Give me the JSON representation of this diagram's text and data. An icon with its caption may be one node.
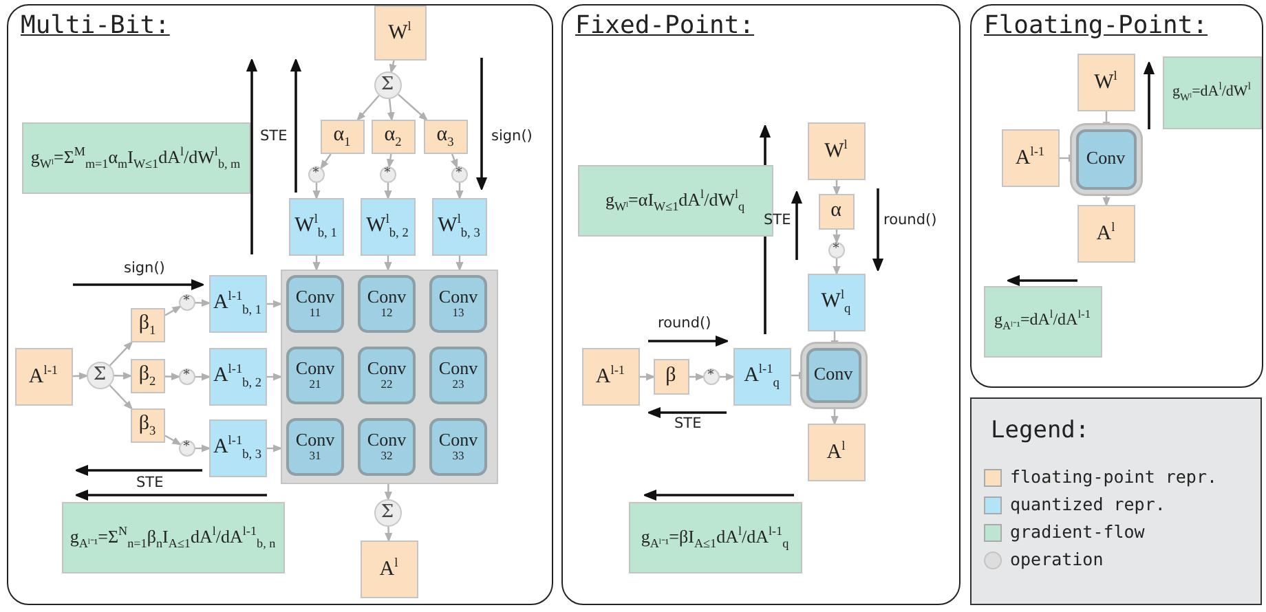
{
  "diagram": {
    "nodes": [
      {
        "text": [
          "Multi-Bit:"
        ]
      },
      {
        "text": [
          "W$^{l}$"
        ],
        "in": 0
      },
      {
        "text": [
          "Σ"
        ],
        "in": 0
      },
      {
        "text": [
          "α$_{1}$"
        ],
        "in": 0
      },
      {
        "text": [
          "α$_{2}$"
        ],
        "in": 0
      },
      {
        "text": [
          "α$_{3}$"
        ],
        "in": 0
      },
      {
        "text": [
          "*"
        ],
        "in": 0
      },
      {
        "text": [
          "*"
        ],
        "in": 0
      },
      {
        "text": [
          "*"
        ],
        "in": 0
      },
      {
        "text": [
          "W$^{l}$$_{b, 1}$"
        ],
        "in": 0
      },
      {
        "text": [
          "W$^{l}$$_{b, 2}$"
        ],
        "in": 0
      },
      {
        "text": [
          "W$^{l}$$_{b, 3}$"
        ],
        "in": 0
      },
      {
        "text": [
          "A$^{l-1}$"
        ],
        "in": 0
      },
      {
        "text": [
          "Σ"
        ],
        "in": 0
      },
      {
        "text": [
          "β$_{1}$"
        ],
        "in": 0
      },
      {
        "text": [
          "β$_{2}$"
        ],
        "in": 0
      },
      {
        "text": [
          "β$_{3}$"
        ],
        "in": 0
      },
      {
        "text": [
          "*"
        ],
        "in": 0
      },
      {
        "text": [
          "*"
        ],
        "in": 0
      },
      {
        "text": [
          "*"
        ],
        "in": 0
      },
      {
        "text": [
          "A$^{l-1}$$_{b, 1}$"
        ],
        "in": 0
      },
      {
        "text": [
          "A$^{l-1}$$_{b, 2}$"
        ],
        "in": 0
      },
      {
        "text": [
          "A$^{l-1}$$_{b, 3}$"
        ],
        "in": 0
      },
      {
        "text": [],
        "shape": "box",
        "in": 0
      },
      {
        "text": [
          "Conv",
          "11"
        ],
        "in": 23
      },
      {
        "text": [
          "Conv",
          "12"
        ],
        "in": 23
      },
      {
        "text": [
          "Conv",
          "13"
        ],
        "in": 23
      },
      {
        "text": [
          "Conv",
          "21"
        ],
        "in": 23
      },
      {
        "text": [
          "Conv",
          "22"
        ],
        "in": 23
      },
      {
        "text": [
          "Conv",
          "23"
        ],
        "in": 23
      },
      {
        "text": [
          "Conv",
          "31"
        ],
        "in": 23
      },
      {
        "text": [
          "Conv",
          "32"
        ],
        "in": 23
      },
      {
        "text": [
          "Conv",
          "33"
        ],
        "in": 23
      },
      {
        "text": [
          "Σ"
        ],
        "in": 0
      },
      {
        "text": [
          "A$^{l}$"
        ],
        "in": 0
      },
      {
        "text": [
          "g$_{Wˡ}$=Σ$^{M}$$_{m=1}$α$_{m}$I$_{W≤1}$dA$^{l}$/dW$^{l}$$_{b, m}$"
        ],
        "in": 0
      },
      {
        "text": [
          "g$_{Aˡ⁻¹}$=Σ$^{N}$$_{n=1}$β$_{n}$I$_{A≤1}$dA$^{l}$/dA$^{l-1}$$_{b, n}$"
        ],
        "in": 0
      },
      {
        "text": [
          "Fixed-Point:"
        ]
      },
      {
        "text": [
          "W$^{l}$"
        ],
        "in": 37
      },
      {
        "text": [
          "α"
        ],
        "in": 37
      },
      {
        "text": [
          "*"
        ],
        "in": 37
      },
      {
        "text": [
          "W$^{l}$$_{q}$"
        ],
        "in": 37
      },
      {
        "text": [
          "Conv"
        ],
        "in": 37
      },
      {
        "text": [
          "A$^{l}$"
        ],
        "in": 37
      },
      {
        "text": [
          "A$^{l-1}$"
        ],
        "in": 37
      },
      {
        "text": [
          "β"
        ],
        "in": 37
      },
      {
        "text": [
          "*"
        ],
        "in": 37
      },
      {
        "text": [
          "A$^{l-1}$$_{q}$"
        ],
        "in": 37
      },
      {
        "text": [
          "g$_{Wˡ}$=αI$_{W≤1}$dA$^{l}$/dW$^{l}$$_{q}$"
        ],
        "in": 37
      },
      {
        "text": [
          "g$_{Aˡ⁻¹}$=βI$_{A≤1}$dA$^{l}$/dA$^{l-1}$$_{q}$"
        ],
        "in": 37
      },
      {
        "text": [
          "Floating-Point:"
        ]
      },
      {
        "text": [
          "W$^{l}$"
        ],
        "in": 50
      },
      {
        "text": [
          "A$^{l-1}$"
        ],
        "in": 50
      },
      {
        "text": [
          "Conv"
        ],
        "in": 50
      },
      {
        "text": [
          "A$^{l}$"
        ],
        "in": 50
      },
      {
        "text": [
          "g$_{Wˡ}$=dA$^{l}$/dW$^{l}$"
        ],
        "in": 50
      },
      {
        "text": [
          "g$_{Aˡ⁻¹}$=dA$^{l}$/dA$^{l-1}$"
        ],
        "in": 50
      }
    ],
    "edges": [
      {
        "from": 1,
        "to": 2,
        "arrow": "to"
      },
      {
        "from": 2,
        "to": 3,
        "arrow": "to"
      },
      {
        "from": 2,
        "to": 4,
        "arrow": "to"
      },
      {
        "from": 2,
        "to": 5,
        "arrow": "to"
      },
      {
        "from": 3,
        "to": 6,
        "arrow": "to"
      },
      {
        "from": 4,
        "to": 7,
        "arrow": "to"
      },
      {
        "from": 5,
        "to": 8,
        "arrow": "to"
      },
      {
        "from": 6,
        "to": 9,
        "arrow": "to"
      },
      {
        "from": 7,
        "to": 10,
        "arrow": "to"
      },
      {
        "from": 8,
        "to": 11,
        "arrow": "to"
      },
      {
        "from": 9,
        "to": 23,
        "arrow": "to"
      },
      {
        "from": 10,
        "to": 23,
        "arrow": "to"
      },
      {
        "from": 11,
        "to": 23,
        "arrow": "to"
      },
      {
        "from": 12,
        "to": 13,
        "arrow": "to"
      },
      {
        "from": 13,
        "to": 14,
        "arrow": "to"
      },
      {
        "from": 13,
        "to": 15,
        "arrow": "to"
      },
      {
        "from": 13,
        "to": 16,
        "arrow": "to"
      },
      {
        "from": 14,
        "to": 17,
        "arrow": "to"
      },
      {
        "from": 15,
        "to": 18,
        "arrow": "to"
      },
      {
        "from": 16,
        "to": 19,
        "arrow": "to"
      },
      {
        "from": 17,
        "to": 20,
        "arrow": "to"
      },
      {
        "from": 18,
        "to": 21,
        "arrow": "to"
      },
      {
        "from": 19,
        "to": 22,
        "arrow": "to"
      },
      {
        "from": 20,
        "to": 23,
        "arrow": "to"
      },
      {
        "from": 21,
        "to": 23,
        "arrow": "to"
      },
      {
        "from": 22,
        "to": 23,
        "arrow": "to"
      },
      {
        "from": 23,
        "to": 33,
        "arrow": "to"
      },
      {
        "from": 33,
        "to": 34,
        "arrow": "to"
      },
      {
        "from": 38,
        "to": 39,
        "arrow": "to"
      },
      {
        "from": 39,
        "to": 40,
        "arrow": "to"
      },
      {
        "from": 40,
        "to": 41,
        "arrow": "to"
      },
      {
        "from": 41,
        "to": 42,
        "arrow": "to"
      },
      {
        "from": 42,
        "to": 43,
        "arrow": "to"
      },
      {
        "from": 44,
        "to": 45,
        "arrow": "to"
      },
      {
        "from": 45,
        "to": 46,
        "arrow": "to"
      },
      {
        "from": 46,
        "to": 47,
        "arrow": "to"
      },
      {
        "from": 47,
        "to": 42,
        "arrow": "to"
      },
      {
        "from": 51,
        "to": 53,
        "arrow": "to"
      },
      {
        "from": 52,
        "to": 53,
        "arrow": "to"
      },
      {
        "from": 53,
        "to": 54,
        "arrow": "to"
      }
    ],
    "labels": [
      "STE",
      "sign()",
      "sign()",
      "STE",
      "STE",
      "round()",
      "round()",
      "STE",
      "Legend:"
    ],
    "legend": [
      {
        "text": "floating-point repr.",
        "color": "#fbdfbf"
      },
      {
        "text": "quantized repr.",
        "color": "#b3e3f7"
      },
      {
        "text": "gradient-flow",
        "color": "#bde6d2"
      },
      {
        "text": "operation"
      }
    ]
  }
}
